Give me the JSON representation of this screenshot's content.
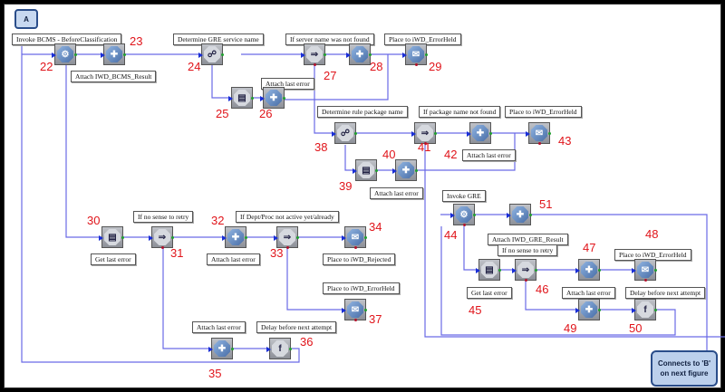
{
  "start_connector": {
    "label": "A"
  },
  "end_connector": {
    "label": "Connects to 'B' on next figure"
  },
  "colors": {
    "wire": "#6060e0",
    "step_number": "#e0141a",
    "connector_fill": "#bcd0ec",
    "connector_border": "#2a4d8a"
  },
  "labels": {
    "invoke_bcms": "Invoke BCMS - BeforeClassification",
    "attach_bcms": "Attach IWD_BCMS_Result",
    "determine_gre": "Determine GRE service name",
    "server_not_found": "If server name was not found",
    "place_errorheld_1": "Place to iWD_ErrorHeld",
    "attach_last_error_26": "Attach last error",
    "determine_rule_pkg": "Determine rule package name",
    "pkg_not_found": "If package name not found",
    "place_errorheld_43": "Place to iWD_ErrorHeld",
    "attach_last_error_42": "Attach last error",
    "attach_last_error_40": "Attach last error",
    "invoke_gre": "Invoke GRE",
    "attach_gre": "Attach IWD_GRE_Result",
    "no_sense_retry_46": "If no sense to retry",
    "place_errorheld_48": "Place to iWD_ErrorHeld",
    "get_last_error_45": "Get last error",
    "attach_last_error_47": "Attach last error",
    "delay_50": "Delay before next attempt",
    "no_sense_retry_31": "If no sense to retry",
    "dept_proc_not_active": "If Dept/Proc not active yet/already",
    "get_last_error_30": "Get last error",
    "attach_last_error_32": "Attach last error",
    "place_rejected": "Place to iWD_Rejected",
    "place_errorheld_37": "Place to iWD_ErrorHeld",
    "attach_last_error_35": "Attach last error",
    "delay_36": "Delay before next attempt"
  },
  "nodes": [
    {
      "id": "22",
      "type": "invoke-service"
    },
    {
      "id": "23",
      "type": "attach"
    },
    {
      "id": "24",
      "type": "branch"
    },
    {
      "id": "25",
      "type": "get-error"
    },
    {
      "id": "26",
      "type": "attach"
    },
    {
      "id": "27",
      "type": "condition"
    },
    {
      "id": "28",
      "type": "attach"
    },
    {
      "id": "29",
      "type": "place-queue"
    },
    {
      "id": "30",
      "type": "get-error"
    },
    {
      "id": "31",
      "type": "condition"
    },
    {
      "id": "32",
      "type": "attach"
    },
    {
      "id": "33",
      "type": "condition"
    },
    {
      "id": "34",
      "type": "place-queue"
    },
    {
      "id": "35",
      "type": "attach"
    },
    {
      "id": "36",
      "type": "function"
    },
    {
      "id": "37",
      "type": "place-queue"
    },
    {
      "id": "38",
      "type": "branch"
    },
    {
      "id": "39",
      "type": "get-error"
    },
    {
      "id": "40",
      "type": "attach"
    },
    {
      "id": "41",
      "type": "condition"
    },
    {
      "id": "42",
      "type": "attach"
    },
    {
      "id": "43",
      "type": "place-queue"
    },
    {
      "id": "44",
      "type": "invoke-service"
    },
    {
      "id": "45",
      "type": "get-error"
    },
    {
      "id": "46",
      "type": "condition"
    },
    {
      "id": "47",
      "type": "attach"
    },
    {
      "id": "48",
      "type": "place-queue"
    },
    {
      "id": "49",
      "type": "attach"
    },
    {
      "id": "50",
      "type": "function"
    },
    {
      "id": "51",
      "type": "attach"
    }
  ],
  "function_glyph": "f"
}
